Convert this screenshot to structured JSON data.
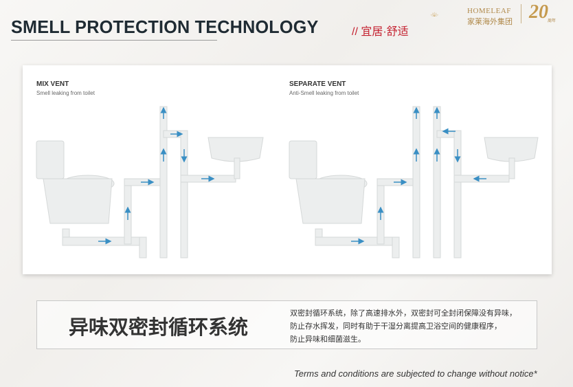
{
  "header": {
    "title": "SMELL PROTECTION TECHNOLOGY",
    "subtitle": "// 宜居·舒适"
  },
  "logo": {
    "brand_en": "HOMELEAF",
    "brand_cn": "家莱海外集团",
    "anniversary": "20",
    "anniversary_sub": "周年"
  },
  "diagrams": [
    {
      "title": "MIX VENT",
      "caption": "Smell leaking from toilet"
    },
    {
      "title": "SEPARATE VENT",
      "caption": "Anti-Smell leaking from toilet"
    }
  ],
  "info_box": {
    "title": "异味双密封循环系统",
    "lines": [
      "双密封循环系统，除了高速排水外，双密封可全封闭保障没有异味，",
      "防止存水挥发，同时有助于干湿分离提高卫浴空间的健康程序，",
      "防止异味和细菌滋生。"
    ]
  },
  "footer": {
    "terms": "Terms and conditions are subjected to change without notice*"
  },
  "colors": {
    "accent": "#c4202f",
    "arrow": "#3a8fc4",
    "gold": "#b0894a"
  }
}
